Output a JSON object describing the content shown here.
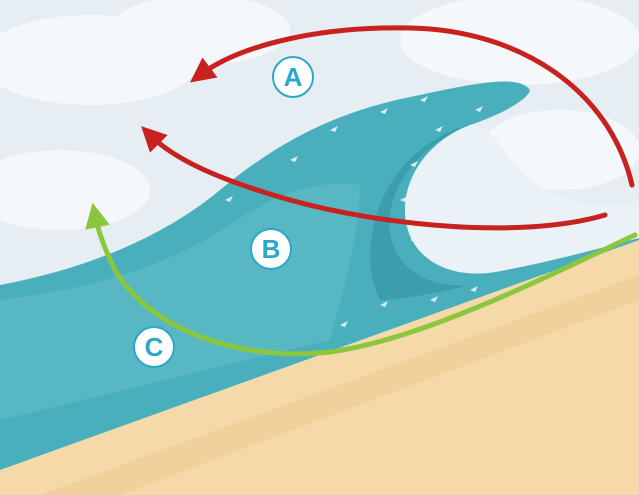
{
  "labels": {
    "a": "A",
    "b": "B",
    "c": "C"
  },
  "colors": {
    "sky": "#e6eef4",
    "cloud": "#f4f8fb",
    "wave_dark": "#3a98a8",
    "wave_mid": "#4aafbd",
    "wave_light": "#5cbcc8",
    "sand": "#f5d9a8",
    "sand_shadow": "#e9c790",
    "arrow_red": "#c8211f",
    "arrow_green": "#8cc63e",
    "label_text": "#2aa8c9"
  },
  "arrows": [
    {
      "id": "A",
      "color": "red"
    },
    {
      "id": "B",
      "color": "red"
    },
    {
      "id": "C",
      "color": "green"
    }
  ]
}
